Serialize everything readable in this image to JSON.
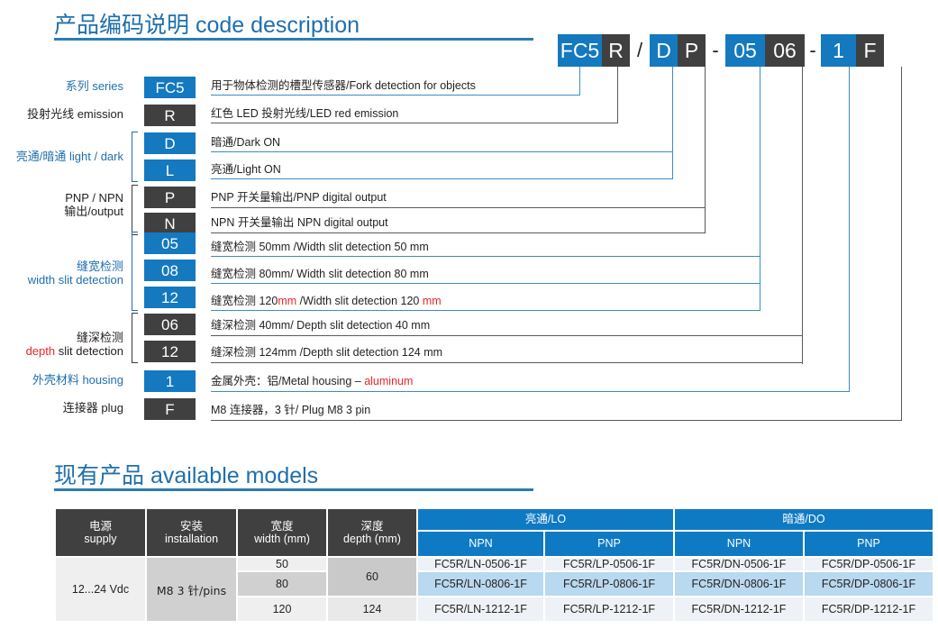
{
  "sections": {
    "code_description": {
      "title_cn": "产品编码说明",
      "title_en": "code description"
    },
    "available_models": {
      "title_cn": "现有产品",
      "title_en": "available models"
    }
  },
  "code_string": {
    "parts": [
      {
        "text": "FC5",
        "style": "blue"
      },
      {
        "text": "R",
        "style": "dark"
      },
      {
        "text": "/",
        "style": "sep"
      },
      {
        "text": "D",
        "style": "blue"
      },
      {
        "text": "P",
        "style": "dark"
      },
      {
        "text": "-",
        "style": "sep"
      },
      {
        "text": "05",
        "style": "blue"
      },
      {
        "text": "06",
        "style": "dark"
      },
      {
        "text": "-",
        "style": "sep"
      },
      {
        "text": "1",
        "style": "blue"
      },
      {
        "text": "F",
        "style": "dark"
      }
    ]
  },
  "legend": {
    "groups": [
      {
        "label_lines": [
          "系列 series"
        ],
        "label_color": "blue",
        "bracket": false,
        "rows": [
          {
            "code": "FC5",
            "style": "blue",
            "desc": "用于物体检测的槽型传感器/Fork detection for objects"
          }
        ]
      },
      {
        "label_lines": [
          "投射光线 emission"
        ],
        "label_color": "dark",
        "bracket": false,
        "rows": [
          {
            "code": "R",
            "style": "dark",
            "desc": "红色 LED 投射光线/LED red emission"
          }
        ]
      },
      {
        "label_lines": [
          "亮通/暗通 light / dark"
        ],
        "label_color": "blue",
        "bracket": true,
        "rows": [
          {
            "code": "D",
            "style": "blue",
            "desc": "暗通/Dark ON"
          },
          {
            "code": "L",
            "style": "blue",
            "desc": "亮通/Light ON"
          }
        ]
      },
      {
        "label_lines": [
          "PNP / NPN",
          "输出/output"
        ],
        "label_color": "dark",
        "bracket": true,
        "rows": [
          {
            "code": "P",
            "style": "dark",
            "desc": "PNP 开关量输出/PNP digital output"
          },
          {
            "code": "N",
            "style": "dark",
            "desc": "NPN 开关量输出 NPN digital output"
          }
        ]
      },
      {
        "label_lines": [
          "缝宽检测",
          "width slit detection"
        ],
        "label_color": "blue",
        "bracket": true,
        "rows": [
          {
            "code": "05",
            "style": "blue",
            "desc": "缝宽检测 50mm /Width slit detection 50 mm"
          },
          {
            "code": "08",
            "style": "blue",
            "desc": "缝宽检测 80mm/ Width slit detection 80 mm"
          },
          {
            "code": "12",
            "style": "blue",
            "desc_pre": "缝宽检测 120",
            "desc_red1": "mm",
            "desc_mid": " /Width slit detection 120 ",
            "desc_red2": "mm"
          }
        ]
      },
      {
        "label_lines": [
          "缝深检测",
          "depth slit detection"
        ],
        "label_color": "dark",
        "label_red_word": "depth",
        "bracket": true,
        "rows": [
          {
            "code": "06",
            "style": "dark",
            "desc": "缝深检测 40mm/ Depth slit detection 40 mm"
          },
          {
            "code": "12",
            "style": "dark",
            "desc": "缝深检测 124mm /Depth slit detection 124 mm"
          }
        ]
      },
      {
        "label_lines": [
          "外壳材料 housing"
        ],
        "label_color": "blue",
        "bracket": false,
        "rows": [
          {
            "code": "1",
            "style": "blue",
            "desc_pre": "金属外壳：铝/Metal housing – ",
            "desc_red1": "aluminum"
          }
        ]
      },
      {
        "label_lines": [
          "连接器 plug"
        ],
        "label_color": "dark",
        "bracket": false,
        "rows": [
          {
            "code": "F",
            "style": "dark",
            "desc": "M8 连接器，3 针/ Plug M8 3 pin"
          }
        ]
      }
    ]
  },
  "models_table": {
    "headers": {
      "supply": {
        "cn": "电源",
        "en": "supply"
      },
      "installation": {
        "cn": "安装",
        "en": "installation"
      },
      "width": {
        "cn": "宽度",
        "en": "width (mm)"
      },
      "depth": {
        "cn": "深度",
        "en": "depth (mm)"
      },
      "light_on": "亮通/LO",
      "dark_on": "暗通/DO",
      "npn": "NPN",
      "pnp": "PNP"
    },
    "supply_value": "12...24 Vdc",
    "installation_value": "M8 3 针/pins",
    "rows": [
      {
        "width": "50",
        "depth": "60",
        "depth_rowspan": 2,
        "models": [
          "FC5R/LN-0506-1F",
          "FC5R/LP-0506-1F",
          "FC5R/DN-0506-1F",
          "FC5R/DP-0506-1F"
        ],
        "highlight": false
      },
      {
        "width": "80",
        "models": [
          "FC5R/LN-0806-1F",
          "FC5R/LP-0806-1F",
          "FC5R/DN-0806-1F",
          "FC5R/DP-0806-1F"
        ],
        "highlight": true
      },
      {
        "width": "120",
        "depth": "124",
        "depth_rowspan": 1,
        "models": [
          "FC5R/LN-1212-1F",
          "FC5R/LP-1212-1F",
          "FC5R/DN-1212-1F",
          "FC5R/DP-1212-1F"
        ],
        "highlight": false
      }
    ]
  },
  "colors": {
    "brand_blue": "#1479bf",
    "title_blue": "#1f6fad",
    "dark_chip": "#404040",
    "accent_red": "#e8262d"
  }
}
